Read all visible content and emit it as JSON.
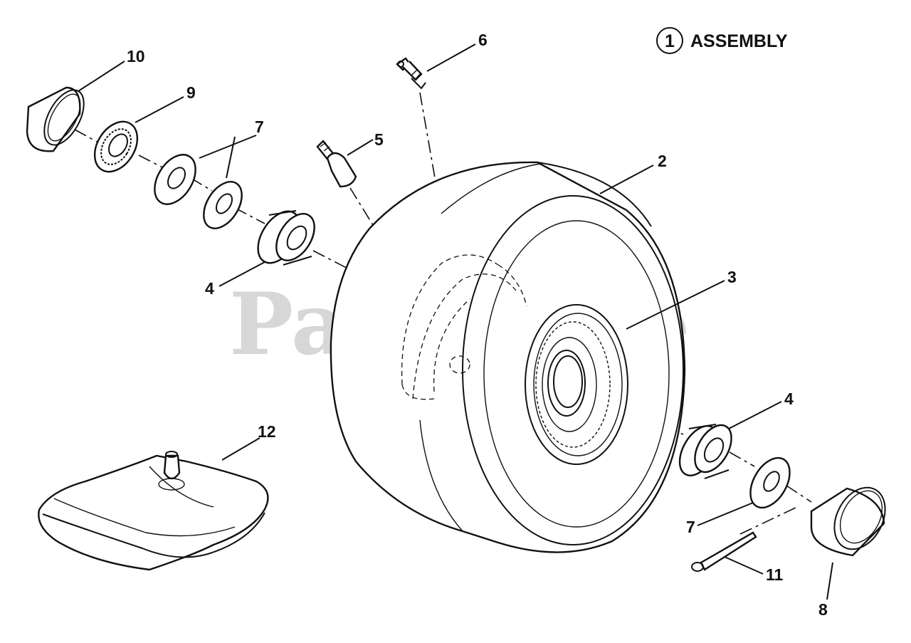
{
  "title": {
    "number": "1",
    "label": "ASSEMBLY"
  },
  "watermark": {
    "text": "PartsTree",
    "tm": "™"
  },
  "callouts": {
    "c10": "10",
    "c9": "9",
    "c7a": "7",
    "c6": "6",
    "c5": "5",
    "c2": "2",
    "c4a": "4",
    "c3": "3",
    "c12": "12",
    "c4b": "4",
    "c7b": "7",
    "c11": "11",
    "c8": "8"
  },
  "colors": {
    "ink": "#111111",
    "watermark": "#d7d7d7",
    "background": "#ffffff"
  }
}
